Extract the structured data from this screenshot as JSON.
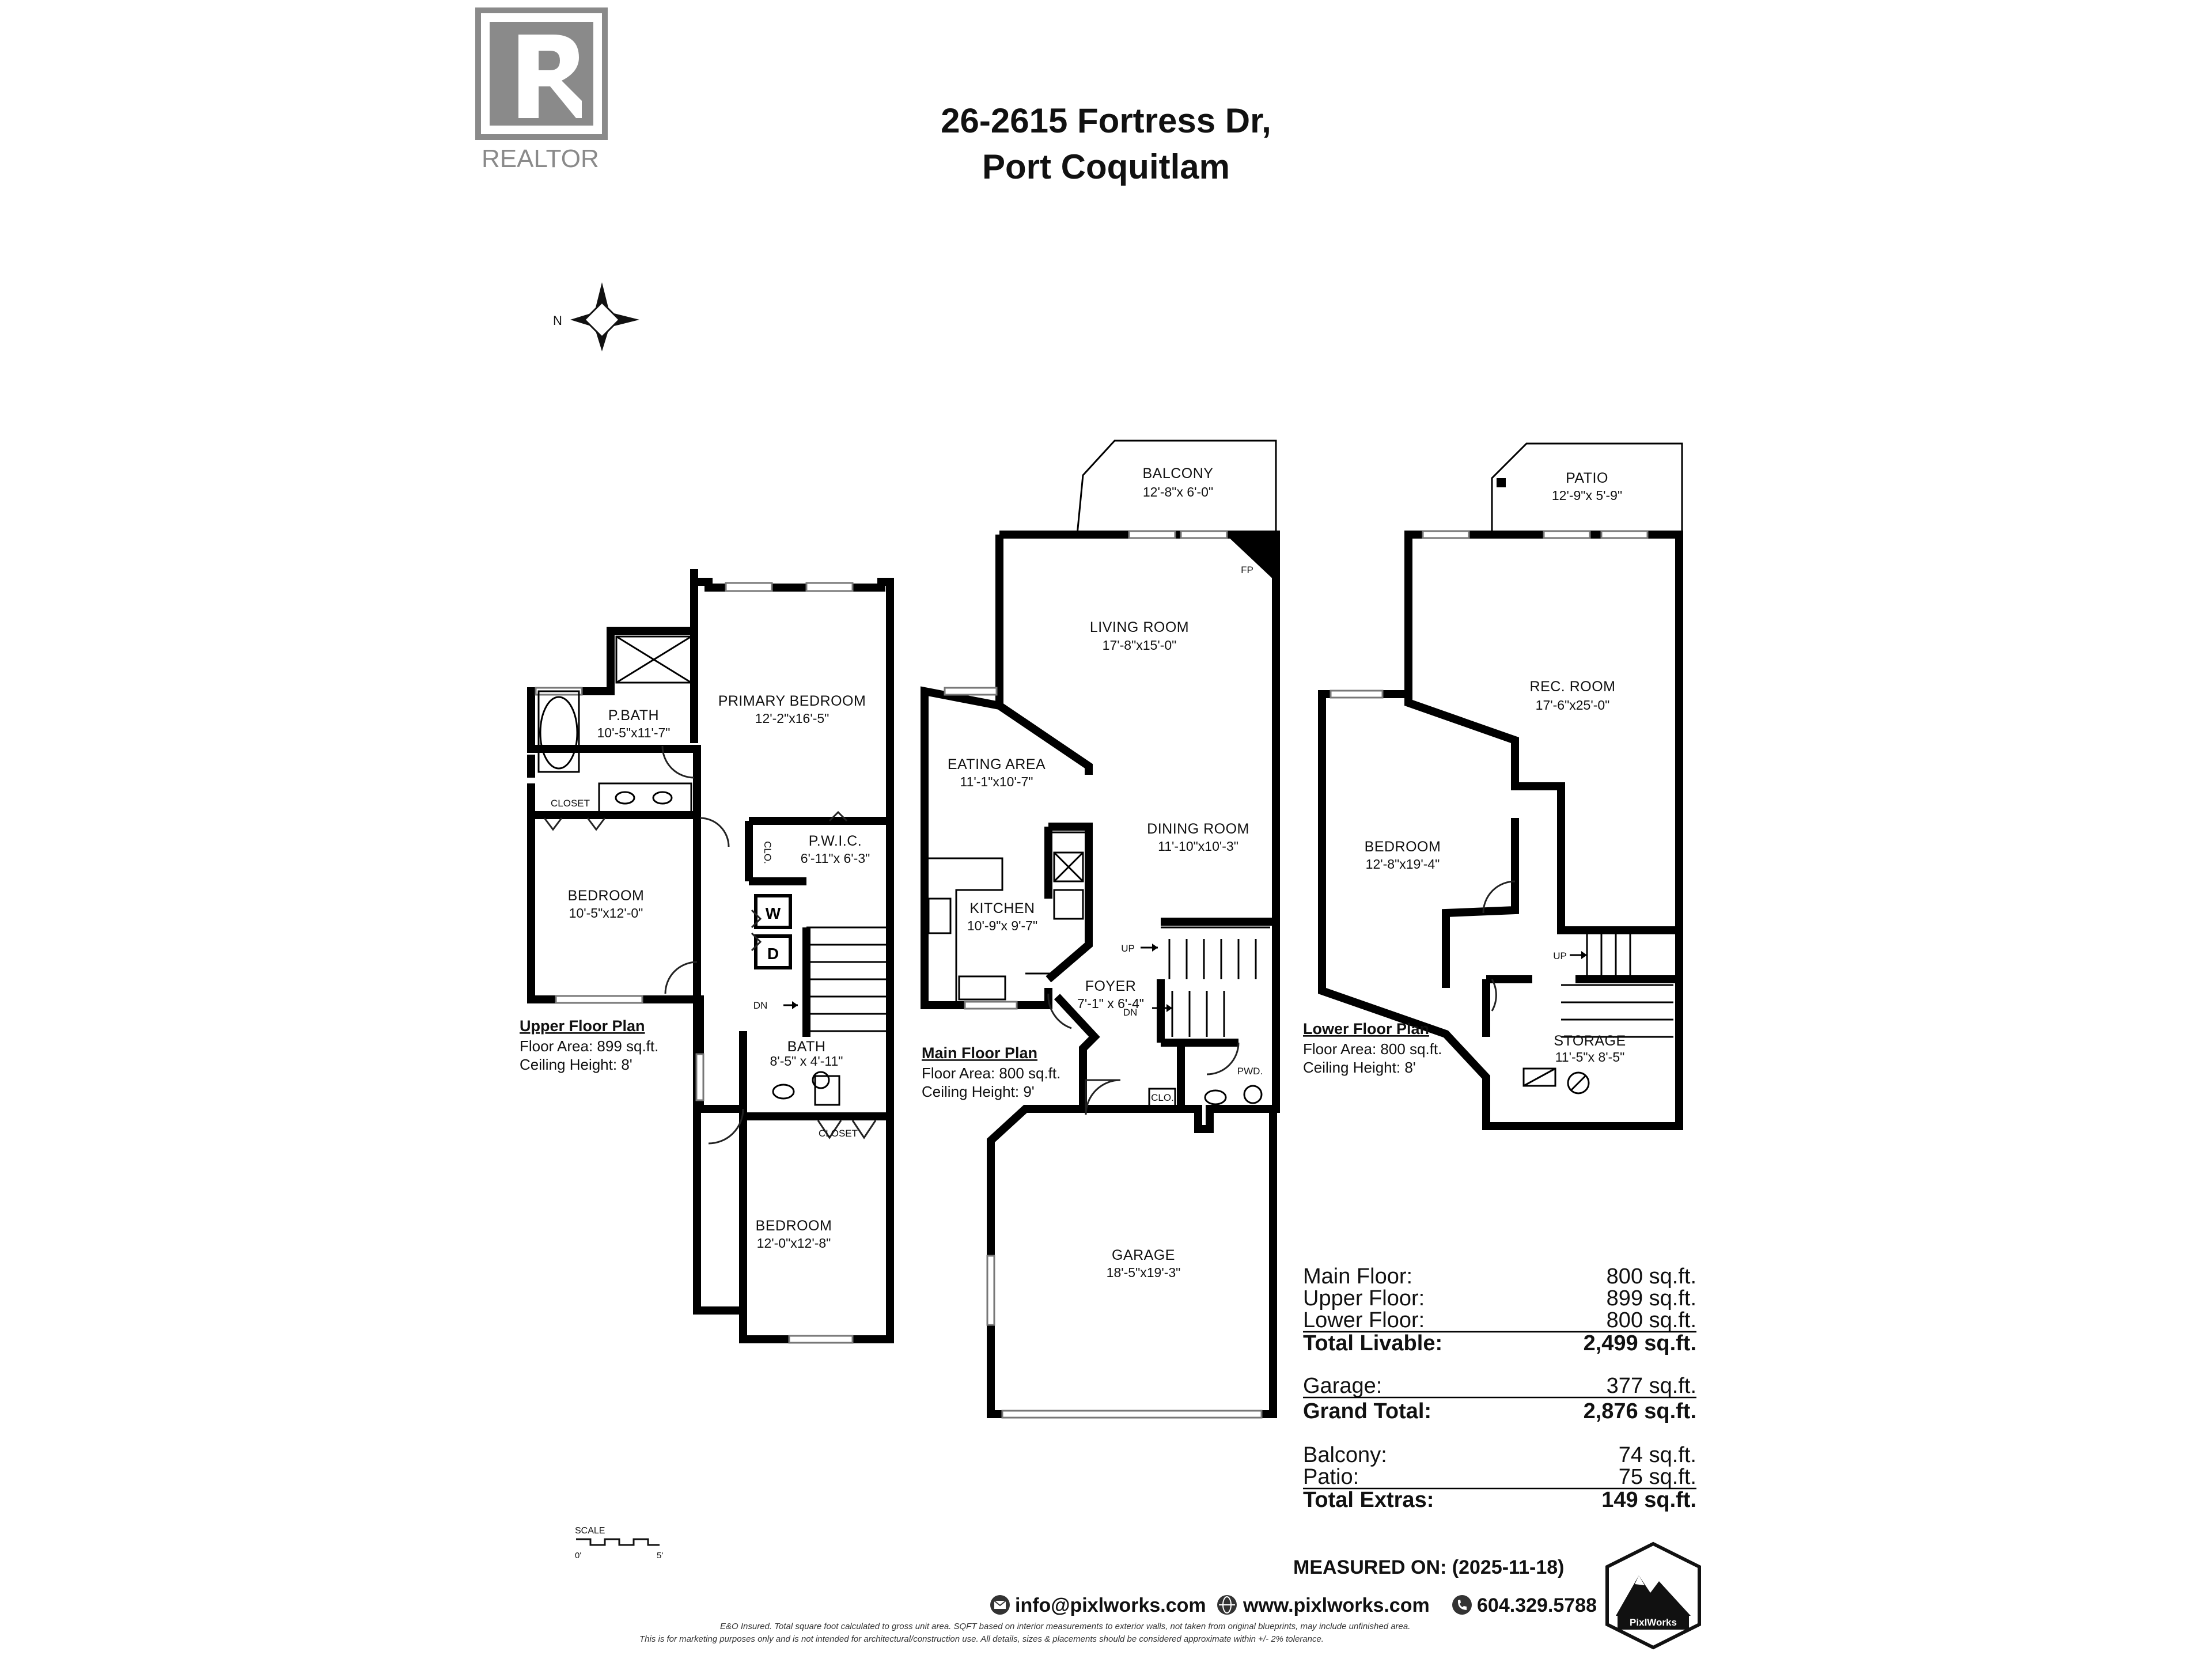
{
  "header": {
    "logo_text": "REALTOR",
    "title_line1": "26-2615 Fortress Dr,",
    "title_line2": "Port Coquitlam",
    "compass_letter": "N"
  },
  "upper_floor": {
    "rooms": [
      {
        "name": "PRIMARY BEDROOM",
        "dim": "12'-2\"x16'-5\""
      },
      {
        "name": "P.BATH",
        "dim": "10'-5\"x11'-7\""
      },
      {
        "name": "CLOSET",
        "dim": ""
      },
      {
        "name": "BEDROOM",
        "dim": "10'-5\"x12'-0\""
      },
      {
        "name": "P.W.I.C.",
        "dim": "6'-11\"x 6'-3\""
      },
      {
        "name": "BATH",
        "dim": "8'-5\" x 4'-11\""
      },
      {
        "name": "CLOSET",
        "dim": ""
      },
      {
        "name": "BEDROOM",
        "dim": "12'-0\"x12'-8\""
      }
    ],
    "marks": {
      "clo": "CLO.",
      "w": "W",
      "d": "D",
      "dn": "DN"
    },
    "title": "Upper Floor Plan",
    "area": "Floor Area: 899 sq.ft.",
    "ceiling": "Ceiling Height: 8'"
  },
  "main_floor": {
    "rooms": [
      {
        "name": "BALCONY",
        "dim": "12'-8\"x 6'-0\""
      },
      {
        "name": "LIVING ROOM",
        "dim": "17'-8\"x15'-0\""
      },
      {
        "name": "EATING AREA",
        "dim": "11'-1\"x10'-7\""
      },
      {
        "name": "DINING ROOM",
        "dim": "11'-10\"x10'-3\""
      },
      {
        "name": "KITCHEN",
        "dim": "10'-9\"x 9'-7\""
      },
      {
        "name": "FOYER",
        "dim": "7'-1\" x 6'-4\""
      },
      {
        "name": "GARAGE",
        "dim": "18'-5\"x19'-3\""
      }
    ],
    "marks": {
      "fp": "FP",
      "up": "UP",
      "dn": "DN",
      "clo": "CLO.",
      "pwd": "PWD."
    },
    "title": "Main Floor Plan",
    "area": "Floor Area: 800 sq.ft.",
    "ceiling": "Ceiling Height: 9'"
  },
  "lower_floor": {
    "rooms": [
      {
        "name": "PATIO",
        "dim": "12'-9\"x 5'-9\""
      },
      {
        "name": "REC. ROOM",
        "dim": "17'-6\"x25'-0\""
      },
      {
        "name": "BEDROOM",
        "dim": "12'-8\"x19'-4\""
      },
      {
        "name": "STORAGE",
        "dim": "11'-5\"x 8'-5\""
      }
    ],
    "marks": {
      "up": "UP"
    },
    "title": "Lower Floor Plan",
    "area": "Floor Area: 800 sq.ft.",
    "ceiling": "Ceiling Height: 8'"
  },
  "summary": {
    "rows": [
      {
        "label": "Main Floor:",
        "value": "800 sq.ft.",
        "bold": false
      },
      {
        "label": "Upper Floor:",
        "value": "899 sq.ft.",
        "bold": false
      },
      {
        "label": "Lower Floor:",
        "value": "800 sq.ft.",
        "bold": false
      },
      {
        "label": "Total Livable:",
        "value": "2,499 sq.ft.",
        "bold": true
      },
      {
        "label": "Garage:",
        "value": "377 sq.ft.",
        "bold": false
      },
      {
        "label": "Grand Total:",
        "value": "2,876 sq.ft.",
        "bold": true
      },
      {
        "label": "Balcony:",
        "value": "74 sq.ft.",
        "bold": false
      },
      {
        "label": "Patio:",
        "value": "75 sq.ft.",
        "bold": false
      },
      {
        "label": "Total Extras:",
        "value": "149 sq.ft.",
        "bold": true
      }
    ]
  },
  "scale": {
    "label": "SCALE",
    "zero": "0'",
    "five": "5'"
  },
  "footer": {
    "measured": "MEASURED ON: (2025-11-18)",
    "email": "info@pixlworks.com",
    "website": "www.pixlworks.com",
    "phone": "604.329.5788",
    "brand": "PixlWorks",
    "disclaimer1": "E&O Insured. Total square foot calculated to gross unit area. SQFT based on interior measurements to exterior walls, not taken from original blueprints, may include unfinished area.",
    "disclaimer2": "This is for marketing purposes only and is not intended for architectural/construction use. All details, sizes & placements should be considered approximate within +/- 2% tolerance."
  },
  "colors": {
    "logo_gray": "#8a8a8a",
    "wall": "#000000",
    "window": "#777777"
  }
}
